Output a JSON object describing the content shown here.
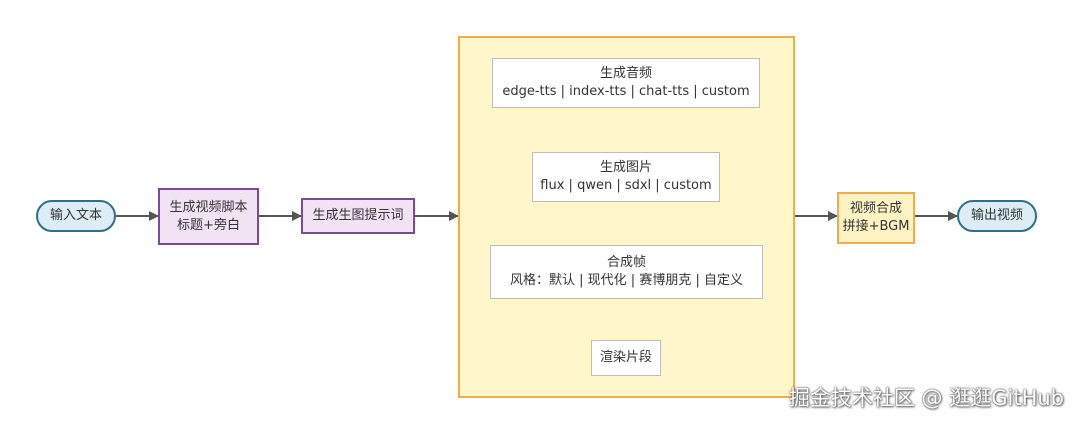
{
  "nodes": {
    "input_text": "输入文本",
    "gen_script": {
      "line1": "生成视频脚本",
      "line2": "标题+旁白"
    },
    "gen_prompt": "生成生图提示词",
    "gen_audio": {
      "line1": "生成音频",
      "line2": "edge-tts | index-tts | chat-tts | custom"
    },
    "gen_image": {
      "line1": "生成图片",
      "line2": "flux | qwen | sdxl | custom"
    },
    "compose_frame": {
      "line1": "合成帧",
      "line2": "风格：默认 | 现代化 | 赛博朋克 | 自定义"
    },
    "render_clip": "渲染片段",
    "video_compose": {
      "line1": "视频合成",
      "line2": "拼接+BGM"
    },
    "output_video": "输出视频"
  },
  "watermark": "掘金技术社区 @ 逛逛GitHub",
  "colors": {
    "pill_fill": "#dcedf6",
    "pill_border": "#2e6f8c",
    "purple_fill": "#f1e2f4",
    "purple_border": "#7b4a93",
    "group_fill": "#fff6c9",
    "group_border": "#f0ad4e",
    "edge": "#555555"
  }
}
